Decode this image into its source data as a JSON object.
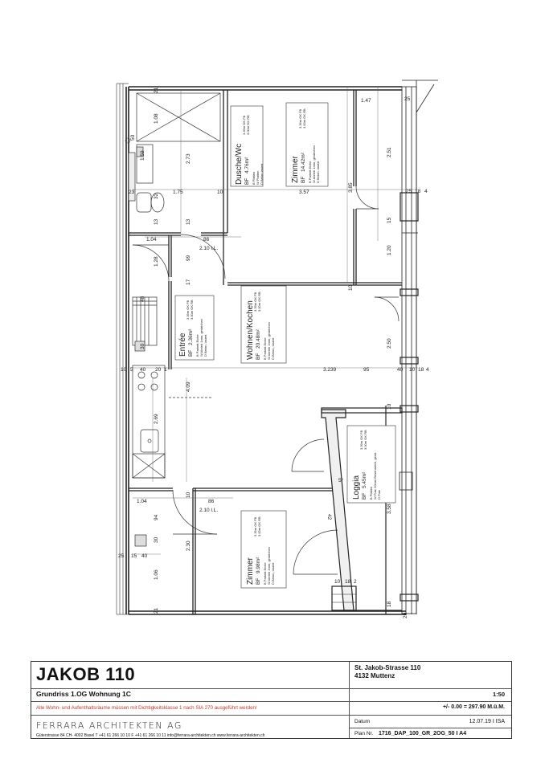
{
  "rooms": [
    {
      "name": "Dusche/Wc",
      "area_label": "BF",
      "area": "4.76m²",
      "h1": "3.39m OK FB",
      "h2": "3.00m OK RB",
      "f1": "B  Platten",
      "f2": "W  Platten",
      "f3": "D  Beton lasiert"
    },
    {
      "name": "Zimmer",
      "area_label": "BF",
      "area": "14.42m²",
      "h1": "3.39m OK FB",
      "h2": "3.00m OK RB",
      "f1": "B  Parkett Eiche",
      "f2": "W  Abrieb 1mm, gestrichen",
      "f3": "D  Beton, lasiert"
    },
    {
      "name": "Entrée",
      "area_label": "BF",
      "area": "2.36m²",
      "h1": "3.39m OK FB",
      "h2": "3.00m OK RB",
      "f1": "B  Parkett Eiche",
      "f2": "W  Abrieb 1mm, gestrichen",
      "f3": "D  Beton, lasiert"
    },
    {
      "name": "Wohnen/Kochen",
      "area_label": "BF",
      "area": "20.48m²",
      "h1": "3.39m OK FB",
      "h2": "3.00m OK RB",
      "f1": "B  Parkett Eiche",
      "f2": "W  Abrieb 1mm, gestrichen",
      "f3": "D  Beton, lasiert"
    },
    {
      "name": "Loggia",
      "area_label": "BF",
      "area": "5.45m²",
      "h1": "3.39m OK FB",
      "h2": "3.00m OK RB",
      "f1": "B  Platten",
      "f2": "W  Putz 20mm Besenstrich, gestr.",
      "f3": "D  Putz"
    },
    {
      "name": "Zimmer",
      "area_label": "BF",
      "area": "9.98m²",
      "h1": "3.39m OK FB",
      "h2": "3.00m OK RB",
      "f1": "B  Parkett Eiche",
      "f2": "W  Abrieb 1mm, gestrichen",
      "f3": "D  Beton, lasiert"
    }
  ],
  "dimensions": {
    "d21a": "21",
    "d108a": "1.08",
    "d273": "2.73",
    "d32": "32",
    "d23": "23",
    "d175": "1.75",
    "d10a": "10",
    "d357": "3.57",
    "d385": "3.85",
    "d147": "1.47",
    "d251": "2.51",
    "d25a": "25",
    "d18a": "18",
    "d4a": "4",
    "d13a": "13",
    "d13b": "13",
    "d104a": "1.04",
    "d86a": "86",
    "d210a": "2.10 l.L.",
    "d128": "1.28",
    "d99": "99",
    "d17": "17",
    "d15": "15",
    "d120": "1.20",
    "d10b": "10",
    "d250": "2.50",
    "d10c": "10",
    "d5": "5",
    "d40a": "40",
    "d20": "20",
    "d1": "1",
    "d3239": "3.239",
    "d95": "95",
    "d40b": "40",
    "d10d": "10",
    "d18b": "18",
    "d4b": "4",
    "d409": "4.09",
    "d269": "2.69",
    "d10e": "10",
    "d5deg": "5°",
    "d42": "42",
    "d104b": "1.04",
    "d86b": "86",
    "d210b": "2.10 l.L.",
    "d94": "94",
    "d358": "3.58",
    "d10f": "10",
    "d25b": "25",
    "d15b": "15",
    "d40c": "40",
    "d230": "2.30",
    "d106": "1.06",
    "d21b": "21",
    "d10g": "10",
    "d18c": "18",
    "d2": "2",
    "d159": "1.59",
    "d48": "48",
    "d30": "30",
    "d30b": "30",
    "d30c": "30",
    "d50": "50",
    "d20b": "20"
  },
  "titleblock": {
    "project": "JAKOB 110",
    "plan_title": "Grundriss 1.OG Wohnung 1C",
    "note": "Alle Wohn- und Aufenthaltsräume  müssen mit Dichtigkeitsklasse 1 nach SIA 270 ausgeführt werden!",
    "firm": "FERRARA ARCHITEKTEN AG",
    "firm_contact": "Güterstrasse 84   CH- 4002 Basel   T +41 61 266 10 10   F +41 61 266 10 11     info@ferrara-architekten.ch          www.ferrara-architekten.ch",
    "address_line1": "St. Jakob-Strasse 110",
    "address_line2": "4132 Muttenz",
    "scale": "1:50",
    "height_ref": "+/- 0.00 = 297.90 M.ü.M.",
    "datum_label": "Datum",
    "datum_value": "12.07.19 I ISA",
    "plan_no_label": "Plan Nr.",
    "plan_no_value": "1716_DAP_100_GR_2OG_50  I A4"
  },
  "colors": {
    "line": "#222222",
    "note": "#c0392b"
  }
}
